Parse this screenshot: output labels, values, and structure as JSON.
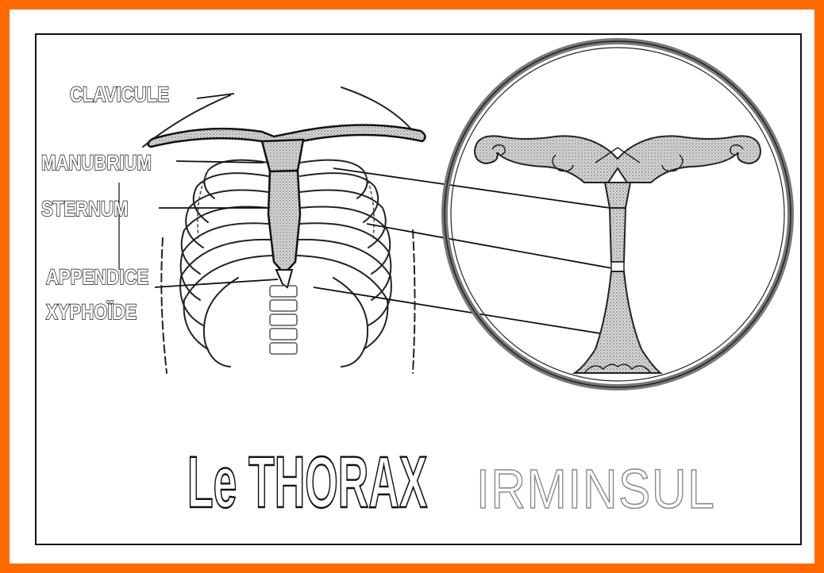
{
  "labels": {
    "clavicule": "CLAVICULE",
    "manubrium": "MANUBRIUM",
    "sternum": "STERNUM",
    "appendice_1": "APPENDICE",
    "appendice_2": "XYPHOÏDE"
  },
  "titles": {
    "left": "Le THORAX",
    "right": "IRMINSUL"
  },
  "colors": {
    "frame": "#ff6a00",
    "ink": "#111111",
    "stipple": "#bdbdbd"
  }
}
